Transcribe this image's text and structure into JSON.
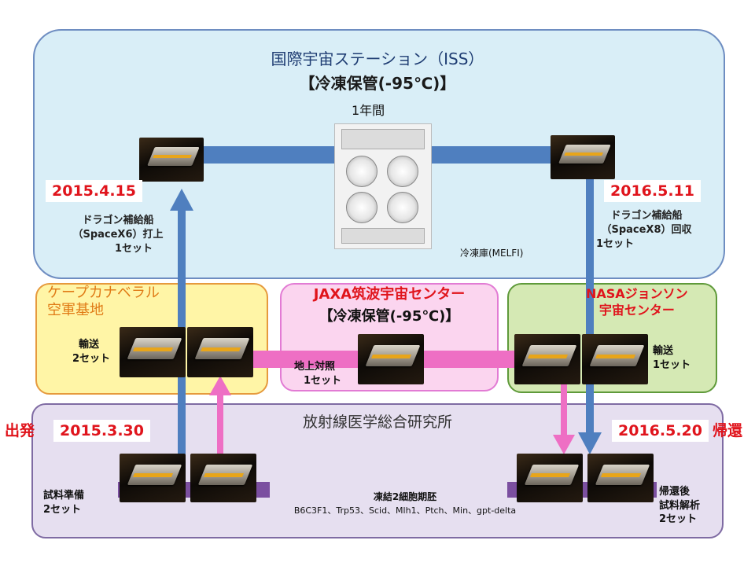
{
  "iss": {
    "title": "国際宇宙ステーション（ISS）",
    "storage": "【冷凍保管(-95℃)】",
    "duration": "1年間",
    "freezer_label": "冷凍庫(MELFI)"
  },
  "launch": {
    "date": "2015.4.15",
    "ship_line1": "ドラゴン補給船",
    "ship_line2": "（SpaceX6）打上",
    "sets": "1セット"
  },
  "return_trip": {
    "date": "2016.5.11",
    "ship_line1": "ドラゴン補給船",
    "ship_line2": "（SpaceX8）回収",
    "sets": "1セット"
  },
  "cape": {
    "name_line1": "ケープカナベラル",
    "name_line2": "空軍基地",
    "transport_line1": "輸送",
    "transport_line2": "2セット"
  },
  "jaxa": {
    "name": "JAXA筑波宇宙センター",
    "storage": "【冷凍保管(-95℃)】",
    "control_line1": "地上対照",
    "control_line2": "1セット"
  },
  "nasa": {
    "name_line1": "NASAジョンソン",
    "name_line2": "宇宙センター",
    "transport_line1": "輸送",
    "transport_line2": "1セット"
  },
  "nirs": {
    "name": "放射線医学総合研究所",
    "depart_label": "出発",
    "depart_date": "2015.3.30",
    "return_date": "2016.5.20",
    "return_label": "帰還",
    "prep_line1": "試料準備",
    "prep_line2": "2セット",
    "analysis_line1": "帰還後",
    "analysis_line2": "試料解析",
    "analysis_line3": "2セット",
    "embryo_title": "凍結2細胞期胚",
    "embryo_strains": "B6C3F1、Trp53、Scid、Mlh1、Ptch、Min、gpt-delta"
  },
  "colors": {
    "flight_arrow": "#4f7fbf",
    "ground_arrow": "#ee6fc4",
    "date_red": "#e0141c"
  }
}
